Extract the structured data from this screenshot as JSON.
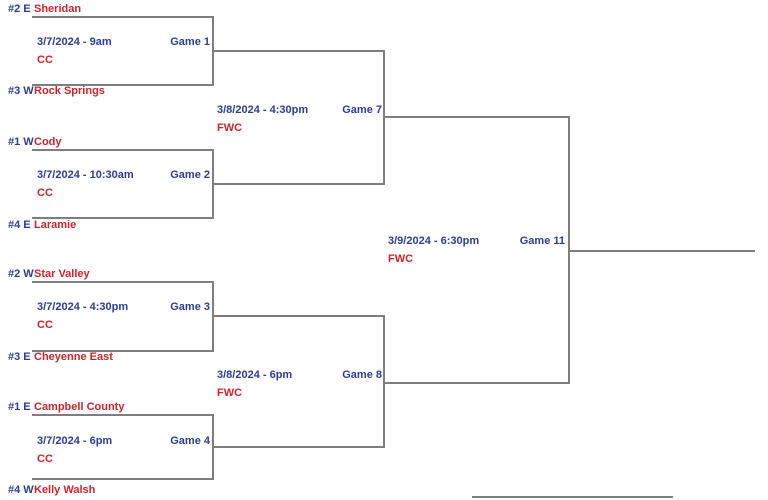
{
  "colors": {
    "blue": "#2b3d96",
    "red": "#c9252b",
    "line": "#7e7e7e"
  },
  "teams": [
    {
      "seed": "#2 E",
      "name": "Sheridan"
    },
    {
      "seed": "#3 W",
      "name": "Rock Springs"
    },
    {
      "seed": "#1 W",
      "name": "Cody"
    },
    {
      "seed": "#4 E",
      "name": "Laramie"
    },
    {
      "seed": "#2 W",
      "name": "Star Valley"
    },
    {
      "seed": "#3 E",
      "name": "Cheyenne East"
    },
    {
      "seed": "#1 E",
      "name": "Campbell County"
    },
    {
      "seed": "#4 W",
      "name": "Kelly Walsh"
    }
  ],
  "games": [
    {
      "label": "Game 1",
      "datetime": "3/7/2024 - 9am",
      "location": "CC"
    },
    {
      "label": "Game 2",
      "datetime": "3/7/2024 - 10:30am",
      "location": "CC"
    },
    {
      "label": "Game 3",
      "datetime": "3/7/2024 - 4:30pm",
      "location": "CC"
    },
    {
      "label": "Game 4",
      "datetime": "3/7/2024 - 6pm",
      "location": "CC"
    },
    {
      "label": "Game 7",
      "datetime": "3/8/2024 - 4:30pm",
      "location": "FWC"
    },
    {
      "label": "Game 8",
      "datetime": "3/8/2024 - 6pm",
      "location": "FWC"
    },
    {
      "label": "Game 11",
      "datetime": "3/9/2024 - 6:30pm",
      "location": "FWC"
    }
  ]
}
